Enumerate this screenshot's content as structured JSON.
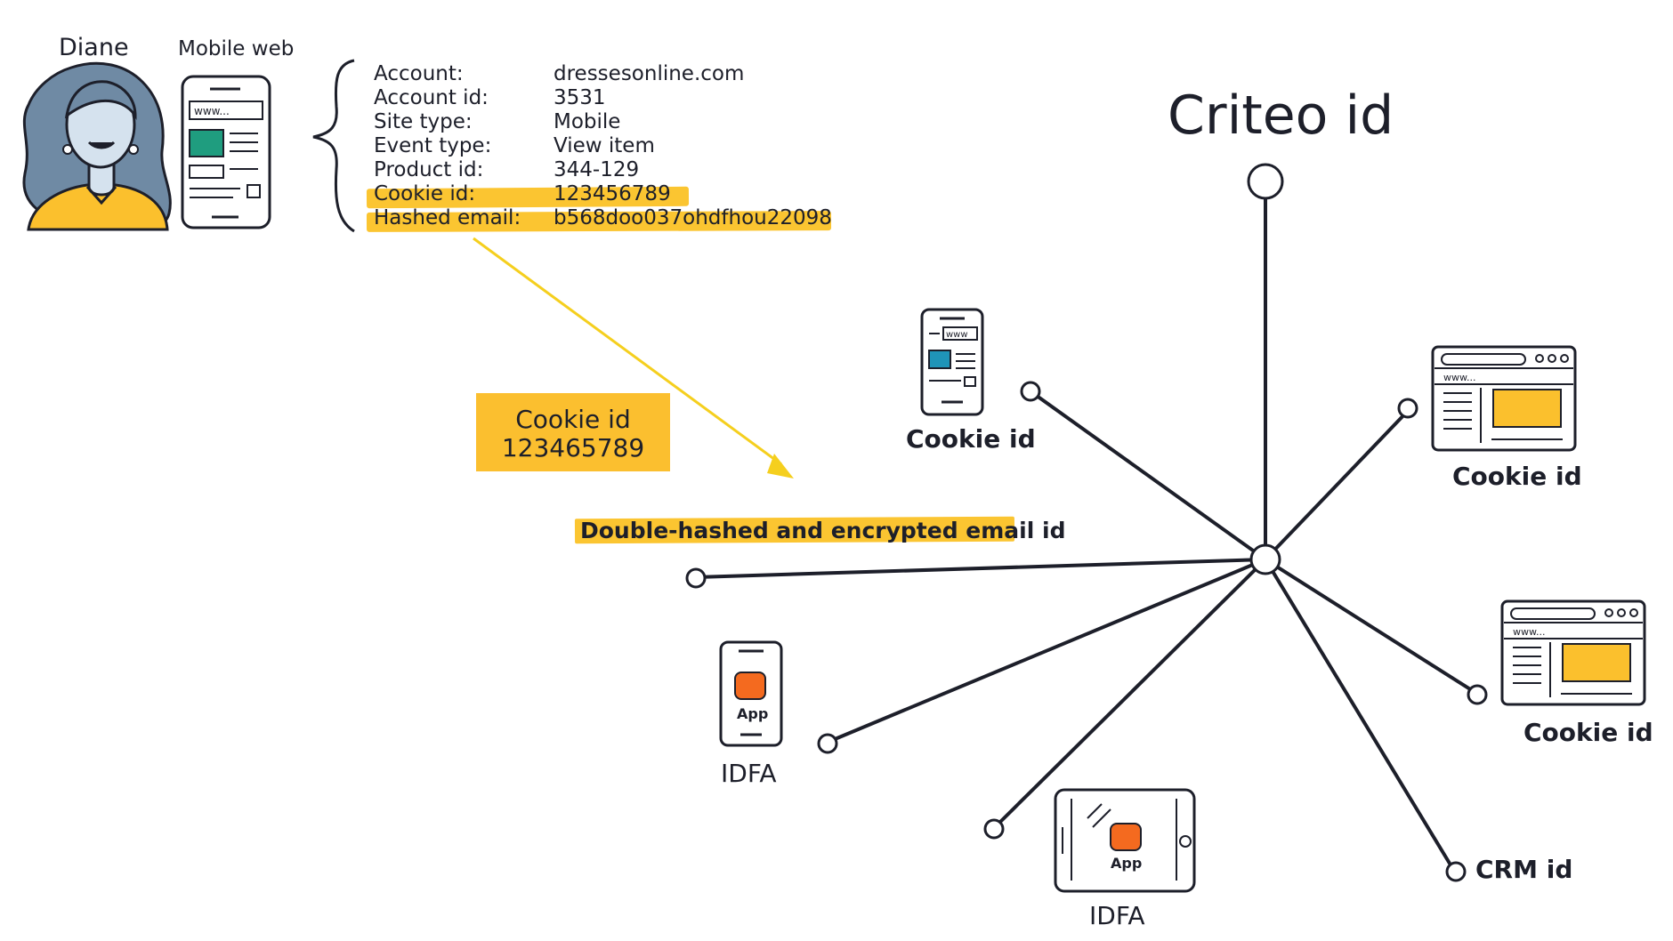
{
  "persona": {
    "name": "Diane",
    "device_label": "Mobile web",
    "browser_text": "www..."
  },
  "event_record": [
    {
      "key": "Account:",
      "value": "dressesonline.com"
    },
    {
      "key": "Account id:",
      "value": "3531"
    },
    {
      "key": "Site type:",
      "value": "Mobile"
    },
    {
      "key": "Event type:",
      "value": "View item"
    },
    {
      "key": "Product id:",
      "value": "344-129"
    },
    {
      "key": "Cookie id:",
      "value": "123456789"
    },
    {
      "key": "Hashed email:",
      "value": "b568doo037ohdfhou22098"
    }
  ],
  "cookie_card": {
    "label": "Cookie id",
    "value": "123465789"
  },
  "email_label": "Double-hashed and encrypted email id",
  "hub": {
    "title": "Criteo id"
  },
  "nodes": {
    "mobile_cookie": {
      "label": "Cookie id",
      "browser_text": "www"
    },
    "desktop_cookie_top": {
      "label": "Cookie id",
      "browser_text": "www..."
    },
    "desktop_cookie_bottom": {
      "label": "Cookie id",
      "browser_text": "www..."
    },
    "phone_app": {
      "label": "IDFA",
      "app_text": "App"
    },
    "tablet_app": {
      "label": "IDFA",
      "app_text": "App"
    },
    "crm": {
      "label": "CRM id"
    }
  },
  "colors": {
    "ink": "#1d1f2a",
    "highlight": "#fbc531",
    "arrow": "#f5cf1e",
    "hair": "#6f8aa4",
    "skin": "#d5e2ee",
    "shirt": "#fbc02d",
    "teal": "#1f9d7f",
    "blue": "#1f94b8",
    "app_orange": "#f46a1f"
  }
}
